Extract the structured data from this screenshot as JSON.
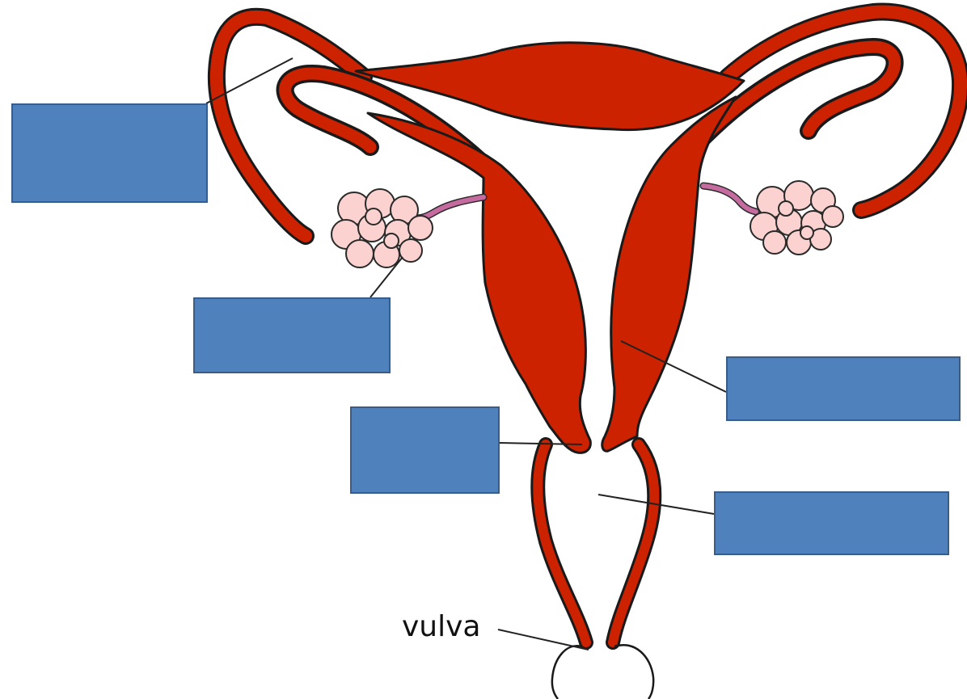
{
  "labels": {
    "vulva": "vulva"
  },
  "label_boxes": [
    {
      "id": "box-fallopian-tube",
      "text": ""
    },
    {
      "id": "box-ovary",
      "text": ""
    },
    {
      "id": "box-cervix",
      "text": ""
    },
    {
      "id": "box-uterus",
      "text": ""
    },
    {
      "id": "box-vagina",
      "text": ""
    }
  ],
  "colors": {
    "organ_fill": "#cc2200",
    "outline": "#1a1a1a",
    "ovary_fill": "#fbd2cf",
    "ligament": "#c56ba0",
    "label_box_fill": "#4f81bd",
    "label_box_border": "#385d8a",
    "background": "#ffffff"
  }
}
